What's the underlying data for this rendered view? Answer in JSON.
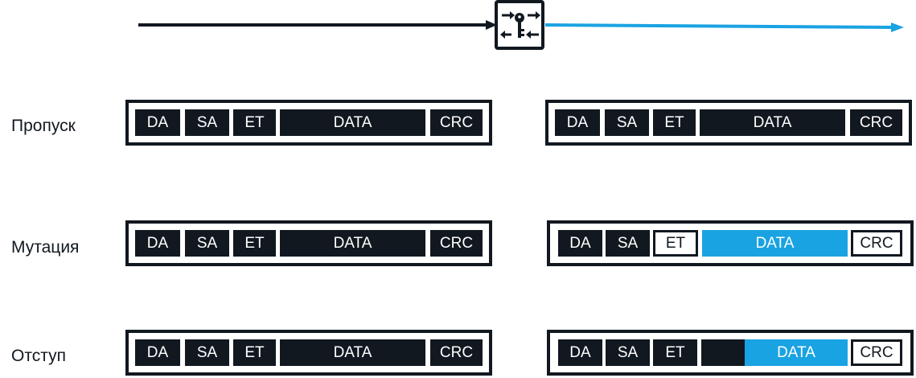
{
  "colors": {
    "dark": "#111820",
    "accent": "#1aa3e2",
    "background": "#ffffff"
  },
  "device": {
    "icon": "switch-with-key-icon"
  },
  "rows": [
    {
      "label": "Пропуск",
      "input_fields": [
        "DA",
        "SA",
        "ET",
        "DATA",
        "CRC"
      ],
      "output_fields": [
        "DA",
        "SA",
        "ET",
        "DATA",
        "CRC"
      ]
    },
    {
      "label": "Мутация",
      "input_fields": [
        "DA",
        "SA",
        "ET",
        "DATA",
        "CRC"
      ],
      "output_fields": [
        "DA",
        "SA",
        "ET",
        "DATA",
        "CRC"
      ]
    },
    {
      "label": "Отступ",
      "input_fields": [
        "DA",
        "SA",
        "ET",
        "DATA",
        "CRC"
      ],
      "output_fields": [
        "DA",
        "SA",
        "ET",
        "DATA",
        "CRC"
      ]
    }
  ]
}
